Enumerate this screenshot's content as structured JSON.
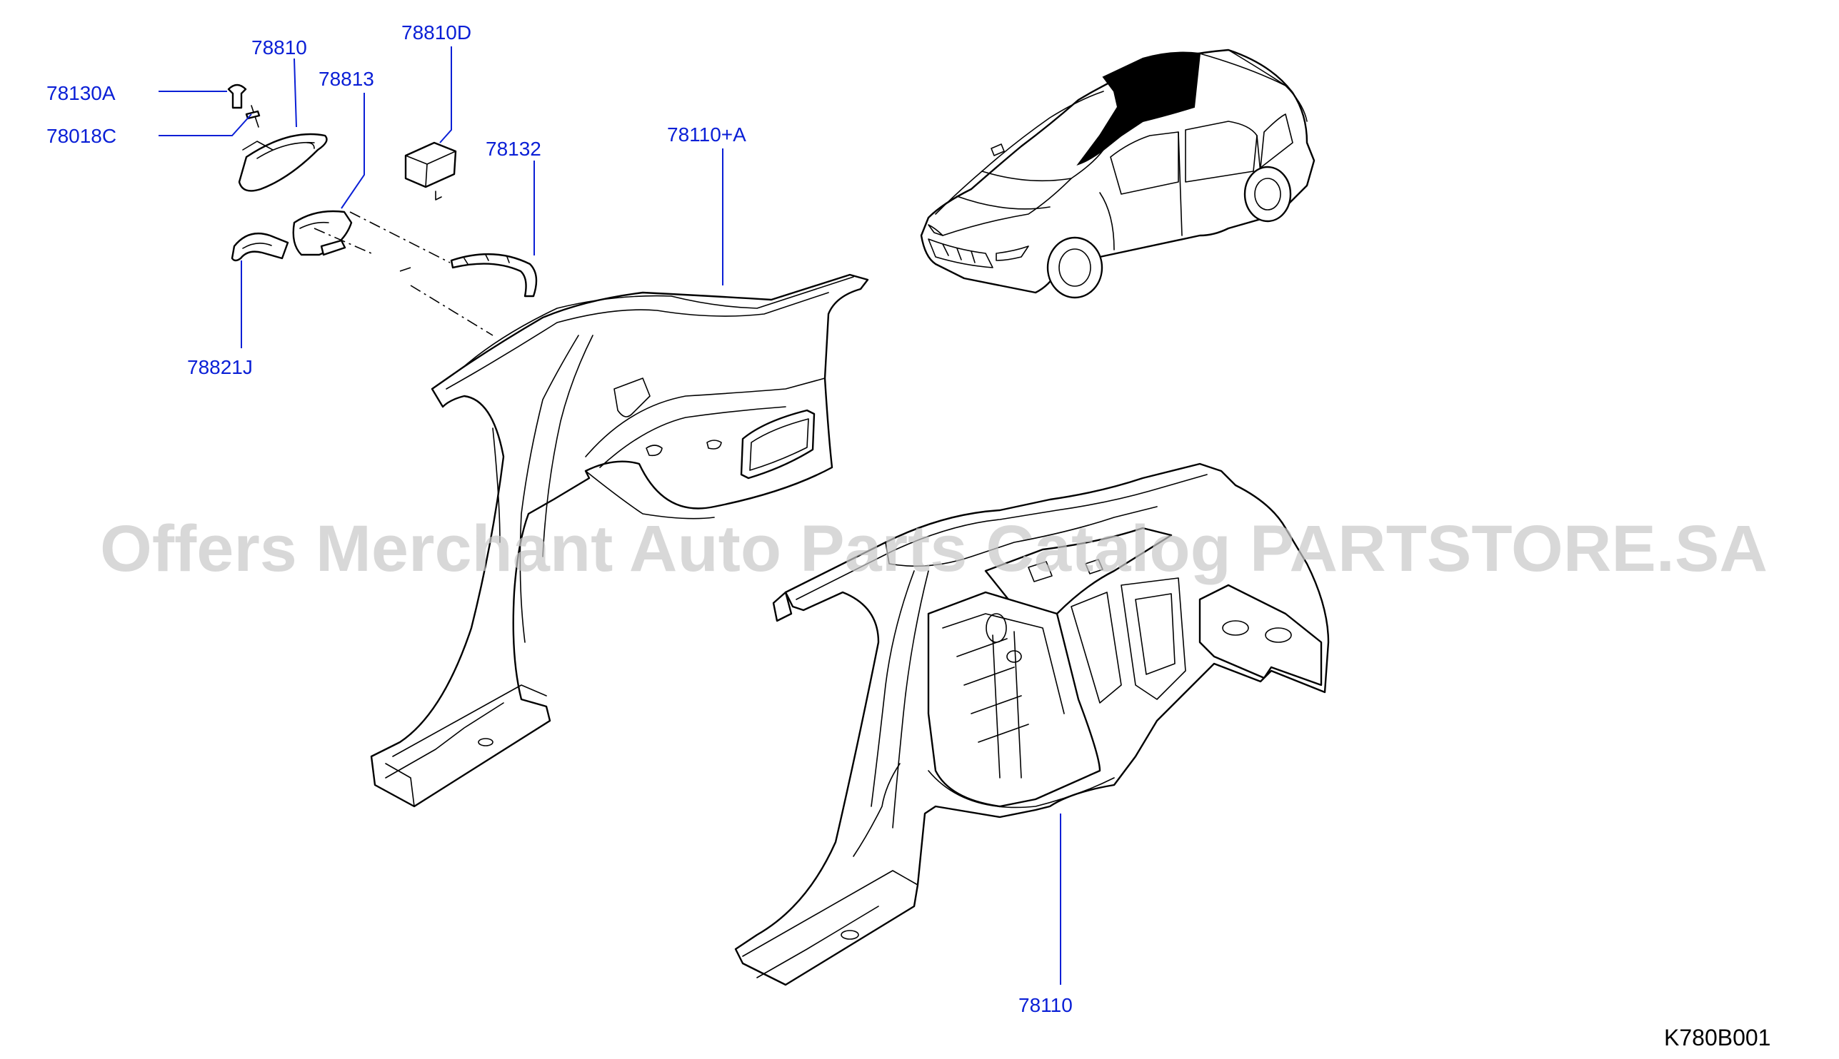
{
  "callouts": {
    "c78810": "78810",
    "c78810D": "78810D",
    "c78130A": "78130A",
    "c78813": "78813",
    "c78018C": "78018C",
    "c78132": "78132",
    "c78110A": "78110+A",
    "c78821J": "78821J",
    "c78110": "78110"
  },
  "watermark": "Offers Merchant Auto Parts Catalog PARTSTORE.SA",
  "diagram_code": "K780B001"
}
